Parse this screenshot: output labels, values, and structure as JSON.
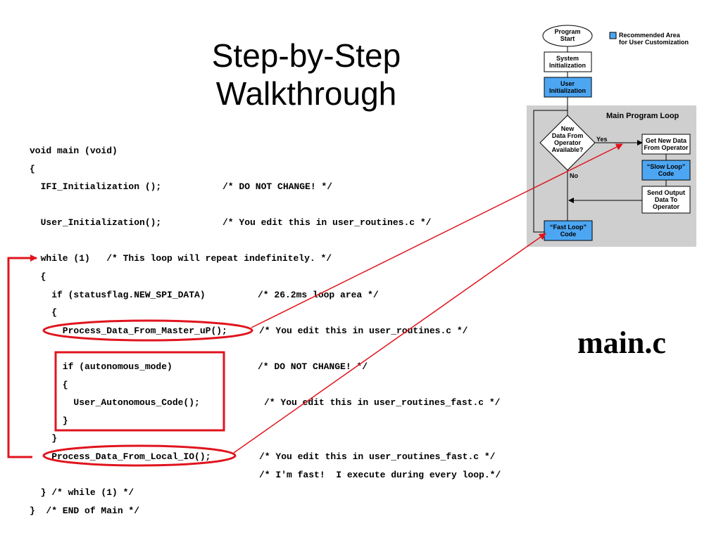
{
  "title": {
    "line1": "Step-by-Step",
    "line2": "Walkthrough"
  },
  "file_label": "main.c",
  "code": [
    {
      "text": "void main (void)",
      "comment": ""
    },
    {
      "text": "{",
      "comment": ""
    },
    {
      "text": "  IFI_Initialization ();",
      "comment": "/* DO NOT CHANGE! */"
    },
    {
      "text": "  User_Initialization();",
      "comment": "/* You edit this in user_routines.c */"
    },
    {
      "text": "  while (1)   /* This loop will repeat indefinitely. */",
      "comment": ""
    },
    {
      "text": "  {",
      "comment": ""
    },
    {
      "text": "    if (statusflag.NEW_SPI_DATA)",
      "comment": "/* 26.2ms loop area */"
    },
    {
      "text": "    {",
      "comment": ""
    },
    {
      "text": "      Process_Data_From_Master_uP();",
      "comment": "/* You edit this in user_routines.c */"
    },
    {
      "text": "      if (autonomous_mode)",
      "comment": "/* DO NOT CHANGE! */"
    },
    {
      "text": "      {",
      "comment": ""
    },
    {
      "text": "        User_Autonomous_Code();",
      "comment": "/* You edit this in user_routines_fast.c */"
    },
    {
      "text": "      }",
      "comment": ""
    },
    {
      "text": "    }",
      "comment": ""
    },
    {
      "text": "    Process_Data_From_Local_IO();",
      "comment": "/* You edit this in user_routines_fast.c */"
    },
    {
      "text": "",
      "comment": "/* I'm fast!  I execute during every loop.*/"
    },
    {
      "text": "  } /* while (1) */",
      "comment": ""
    },
    {
      "text": "}  /* END of Main */",
      "comment": ""
    }
  ],
  "flowchart": {
    "program_start": [
      "Program",
      "Start"
    ],
    "system_init": [
      "System",
      "Initialization"
    ],
    "user_init": [
      "User",
      "Initialization"
    ],
    "legend": [
      "Recommended Area",
      "for User Customization"
    ],
    "loop_title": "Main Program Loop",
    "decision": [
      "New",
      "Data From",
      "Operator",
      "Available?"
    ],
    "yes": "Yes",
    "no": "No",
    "get_data": [
      "Get New Data",
      "From Operator"
    ],
    "slow_loop": [
      "“Slow Loop”",
      "Code"
    ],
    "send_output": [
      "Send Output",
      "Data To",
      "Operator"
    ],
    "fast_loop": [
      "“Fast Loop”",
      "Code"
    ]
  },
  "colors": {
    "highlight_red": "#e0141e",
    "custom_blue": "#4da6f2",
    "loop_bg": "#cfcfcf"
  }
}
